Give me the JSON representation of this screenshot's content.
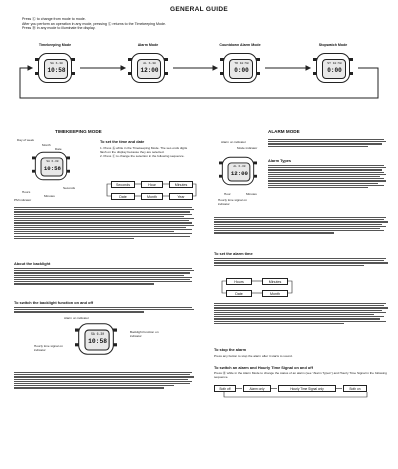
{
  "header": {
    "title": "GENERAL GUIDE"
  },
  "intro": [
    "Press Ⓒ to change from mode to mode.",
    "After you perform an operation in any mode, pressing Ⓒ returns to the Timekeeping Mode.",
    "Press Ⓑ in any mode to illuminate the display."
  ],
  "modes": [
    {
      "label": "Timekeeping Mode",
      "row1": "SA 6-30",
      "row2": "10:58"
    },
    {
      "label": "Alarm Mode",
      "row1": "AL 6-30",
      "row2": "12:00"
    },
    {
      "label": "Countdown Alarm Mode",
      "row1": "TR 10:58",
      "row2": "0:00"
    },
    {
      "label": "Stopwatch Mode",
      "row1": "ST 10:58",
      "row2": "0:00"
    }
  ],
  "timekeeping": {
    "title": "TIMEKEEPING MODE",
    "diagram_labels": {
      "day": "Day of week",
      "month": "Month",
      "date": "Date",
      "hours": "Hours",
      "minutes": "Minutes",
      "seconds": "Seconds",
      "pm": "PM indicator"
    },
    "set_title": "To set the time and date",
    "set_steps": [
      "1. Press Ⓐ while in the Timekeeping Mode. The sec-onds digits flash on the display because they are selected.",
      "2. Press Ⓒ to change the selection in the following sequence."
    ],
    "sequence": [
      "Seconds",
      "Hour",
      "Minutes",
      "Date",
      "Month",
      "Year"
    ],
    "backlight_title": "About the backlight",
    "backlight_toggle_title": "To switch the backlight function on and off",
    "backlight_labels": {
      "on": "Backlight function on indicator",
      "hourly": "Hourly time signal on indicator",
      "alarm": "Alarm on indicator"
    }
  },
  "alarm": {
    "title": "ALARM MODE",
    "diagram_labels": {
      "alarm_on": "Alarm on indicator",
      "mode": "Mode indicator",
      "hour": "Hour",
      "minutes": "Minutes",
      "hourly": "Hourly time signal on indicator"
    },
    "types_title": "Alarm Types",
    "set_title": "To set the alarm time",
    "sequence": [
      "Hours",
      "Minutes",
      "Date",
      "Month"
    ],
    "stop_title": "To stop the alarm",
    "stop_text": "Press any button to stop the alarm after it starts to sound.",
    "switch_title": "To switch an alarm and Hourly Time Signal on and off",
    "switch_text": "Press Ⓓ while in the Alarm Mode to change the status of an alarm (see \"Alarm Types\") and Hourly Time Signal in the following sequence.",
    "switch_sequence": [
      "Both off",
      "Alarm only",
      "Hourly Time Signal only",
      "Both on"
    ]
  }
}
